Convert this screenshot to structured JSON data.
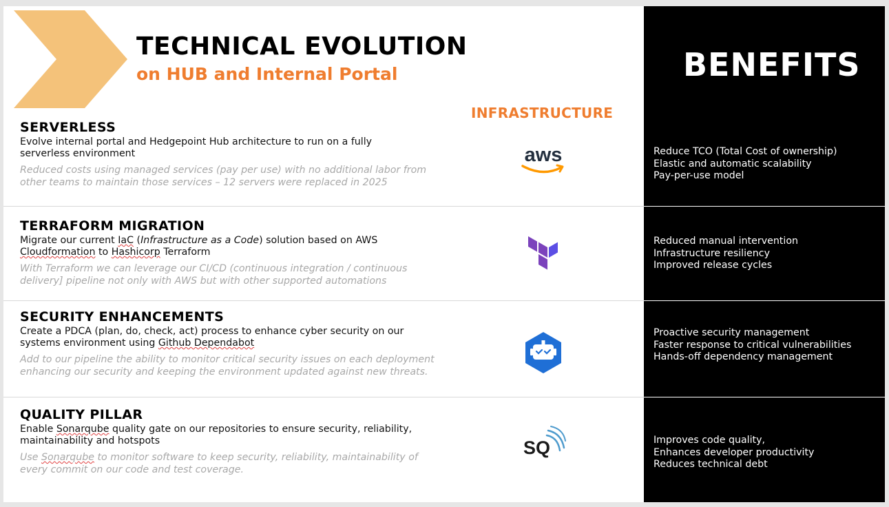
{
  "header": {
    "title": "TECHNICAL EVOLUTION",
    "subtitle": "on HUB and Internal Portal",
    "infrastructure_heading": "INFRASTRUCTURE",
    "benefits_heading": "BENEFITS"
  },
  "colors": {
    "accent": "#ef7d2f",
    "chevron": "#f4c27a",
    "terraform": "#7b42bc",
    "dependabot": "#1f6fd6",
    "aws_smile": "#ff9900"
  },
  "sections": [
    {
      "title": "SERVERLESS",
      "description": "Evolve internal portal and Hedgepoint Hub architecture to run on a fully serverless environment",
      "note": "Reduced costs using managed services (pay per use) with no additional labor from other teams to maintain those services – 12 servers were replaced in 2025",
      "logo_text": "aws",
      "logo_icon": "aws-logo-icon",
      "benefits": [
        "Reduce TCO (Total Cost of ownership)",
        "Elastic and automatic scalability",
        "Pay-per-use model"
      ]
    },
    {
      "title": "TERRAFORM MIGRATION",
      "description_parts": {
        "a": "Migrate our current ",
        "b": "IaC",
        "c": " (",
        "d": "Infrastructure as a Code",
        "e": ") solution based on AWS ",
        "f": "Cloudformation",
        "g": " to ",
        "h": "Hashicorp",
        "i": " Terraform"
      },
      "note": "With Terraform we can leverage our CI/CD (continuous integration / continuous delivery] pipeline not only with AWS but with other supported automations",
      "logo_icon": "terraform-logo-icon",
      "benefits": [
        "Reduced manual intervention",
        "Infrastructure resiliency",
        "Improved release cycles"
      ]
    },
    {
      "title": "SECURITY ENHANCEMENTS",
      "description_parts": {
        "a": "Create a PDCA (plan, do, check, act) process to enhance cyber security on our systems environment using ",
        "b": "Github Dependabot"
      },
      "note": "Add to our pipeline the ability to monitor critical security issues on each deployment enhancing our security and keeping the environment updated against new threats.",
      "logo_icon": "dependabot-logo-icon",
      "benefits": [
        "Proactive security management",
        "Faster response to critical vulnerabilities",
        "Hands-off dependency management"
      ]
    },
    {
      "title": "QUALITY PILLAR",
      "description_parts": {
        "a": "Enable ",
        "b": "Sonarqube",
        "c": " quality gate on our repositories to ensure security, reliability, maintainability and hotspots"
      },
      "note_parts": {
        "a": "Use ",
        "b": "Sonarqube",
        "c": " to monitor software to keep security, reliability, maintainability of every commit on our code and test coverage."
      },
      "logo_text": "SQ",
      "logo_icon": "sonarqube-logo-icon",
      "benefits": [
        "Improves code quality,",
        "Enhances developer productivity",
        "Reduces technical debt"
      ]
    }
  ]
}
